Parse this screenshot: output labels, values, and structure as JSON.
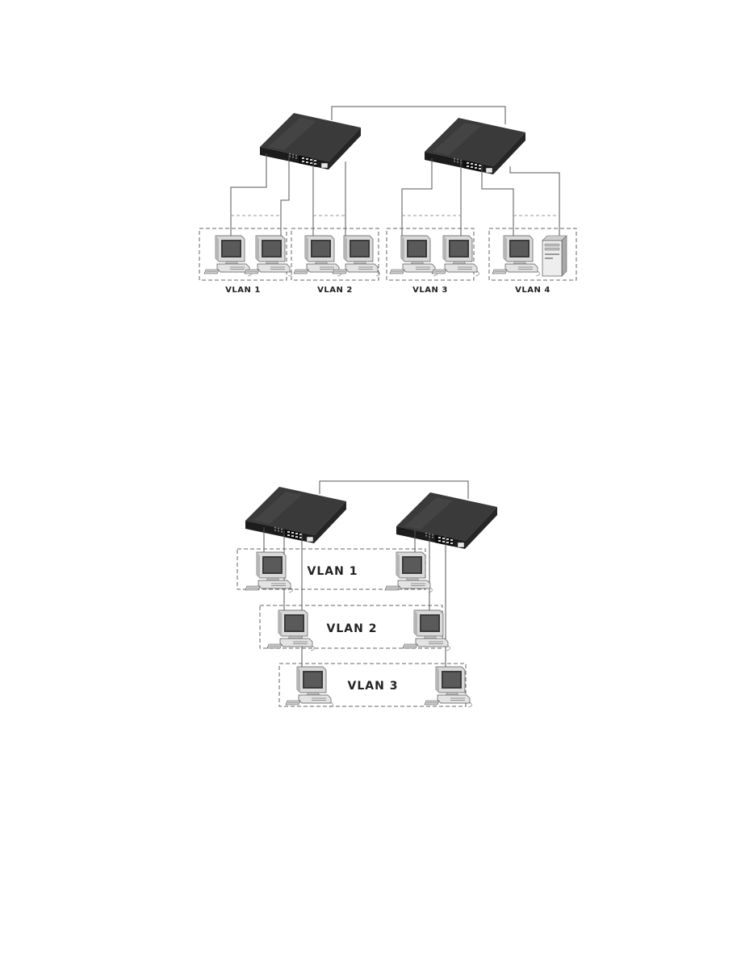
{
  "diagram1": {
    "vlans": [
      {
        "label": "VLAN 1"
      },
      {
        "label": "VLAN 2"
      },
      {
        "label": "VLAN 3"
      },
      {
        "label": "VLAN 4"
      }
    ]
  },
  "diagram2": {
    "vlans": [
      {
        "label": "VLAN 1"
      },
      {
        "label": "VLAN 2"
      },
      {
        "label": "VLAN 3"
      }
    ]
  },
  "icons": {
    "switch": "switch-icon",
    "computer": "computer-icon",
    "server": "server-icon"
  }
}
